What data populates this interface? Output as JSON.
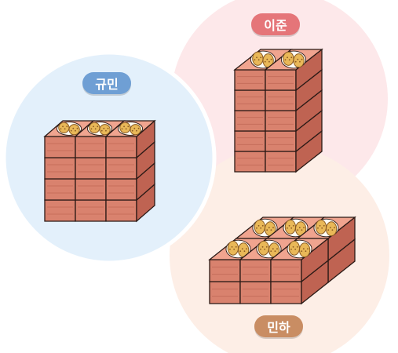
{
  "labels": {
    "left": "규민",
    "top_right": "이준",
    "bottom_right": "민하"
  },
  "colors": {
    "circle_left": "#e3f0fb",
    "circle_top_right": "#fde8ea",
    "circle_bottom_right": "#fdeee6",
    "tag_left": "#6f9fd4",
    "tag_top_right": "#e57579",
    "tag_bottom_right": "#c98d63",
    "box_front": "#d9826e",
    "box_side": "#bf6352",
    "box_top": "#f0a48f",
    "box_stroke": "#2b1a16",
    "bread": "#e9b858",
    "egg_white": "#fffdf5"
  },
  "stacks": [
    {
      "owner": "규민",
      "columns": 3,
      "depth": 1,
      "layers": 4
    },
    {
      "owner": "이준",
      "columns": 2,
      "depth": 1,
      "layers": 5
    },
    {
      "owner": "민하",
      "columns": 3,
      "depth": 2,
      "layers": 2
    }
  ]
}
